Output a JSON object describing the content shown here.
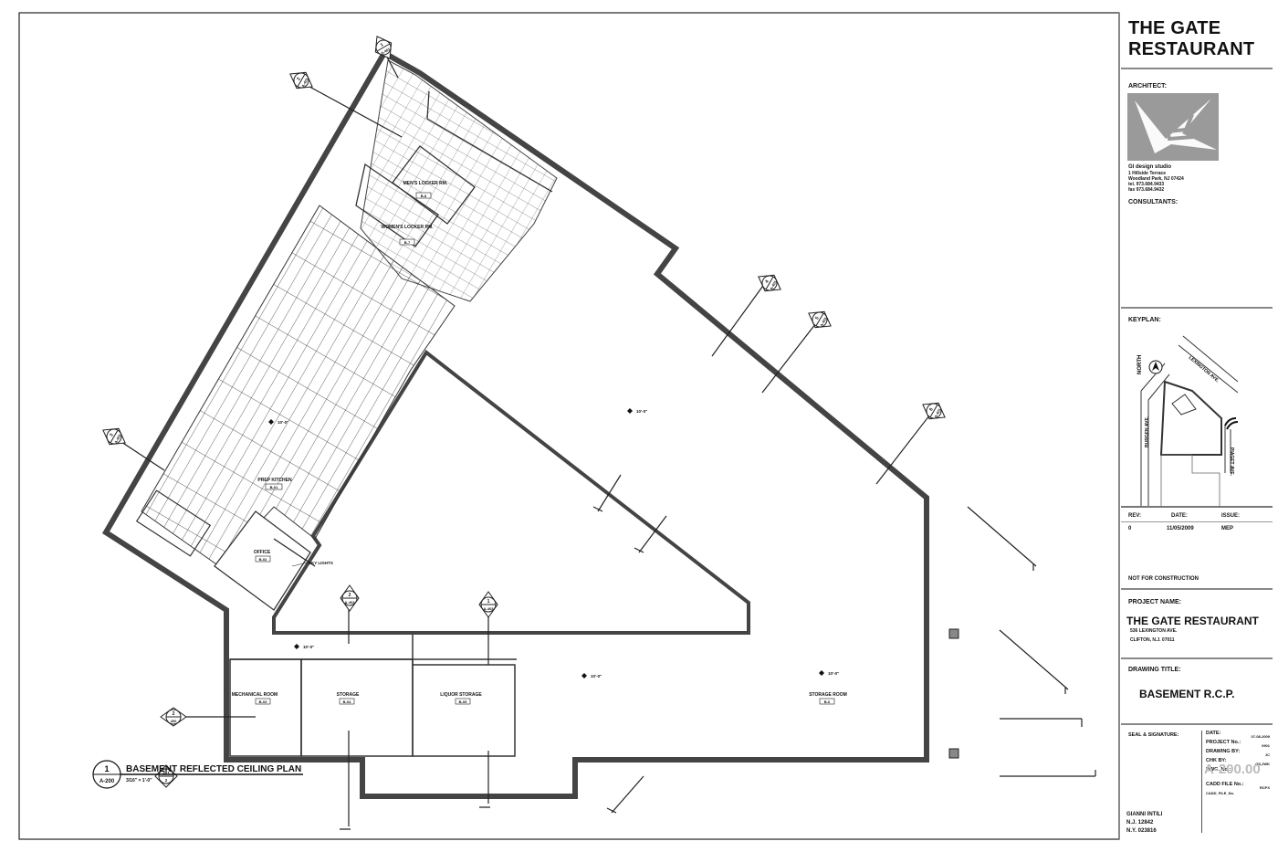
{
  "title_block": {
    "title_line1": "THE GATE",
    "title_line2": "RESTAURANT",
    "architect_label": "ARCHITECT:",
    "studio_name": "GI design studio",
    "studio_address1": "1 Hillside Terrace",
    "studio_address2": "Woodland Park, NJ 07424",
    "studio_tel": "tel. 973.684.9433",
    "studio_fax": "fax 973.684.9432",
    "consultants_label": "CONSULTANTS:",
    "keyplan_label": "KEYPLAN:",
    "rev_label": "REV:",
    "date_label": "DATE:",
    "issue_label": "ISSUE:",
    "rev_value": "0",
    "date_value": "11/05/2009",
    "issue_value": "MEP",
    "not_for_construction": "NOT FOR CONSTRUCTION",
    "project_name_label": "PROJECT NAME:",
    "project_name": "THE GATE RESTAURANT",
    "project_address1": "536 LEXINGTON AVE.",
    "project_address2": "CLIFTON, N.J. 07011",
    "drawing_title_label": "DRAWING TITLE:",
    "drawing_title": "BASEMENT R.C.P.",
    "seal_label": "SEAL & SIGNATURE:",
    "info_date": "DATE:",
    "info_date_val": "07-08-2009",
    "info_project_no": "PROJECT No.:",
    "info_project_no_val": "0901",
    "info_drawing_by": "DRAWING BY:",
    "info_drawing_by_val": "JC",
    "info_chk_by": "CHK BY:",
    "info_chk_by_val": "GS,JWK",
    "info_dwg_no": "DWG. No.:",
    "sheet_number": "A-200.00",
    "cadd_file": "CADD FILE No.:",
    "cadd_file_val": "RCPX",
    "cadd_file_alt": "CADD_FILE_No.",
    "stamp_name": "GIANNI INTILI",
    "stamp_nj": "N.J. 12842",
    "stamp_ny": "N.Y. 023816"
  },
  "keyplan": {
    "north_label": "NORTH",
    "street_top": "LEXINGTON AVE.",
    "street_left": "BURGEN AVE.",
    "street_right": "PIAGET AVE."
  },
  "rooms": [
    {
      "name": "MEN'S LOCKER RM.",
      "tag": "B-8"
    },
    {
      "name": "WOMEN'S LOCKER RM.",
      "tag": "B-7"
    },
    {
      "name": "PREP KITCHEN",
      "tag": "B-01"
    },
    {
      "name": "OFFICE",
      "tag": "B-02"
    },
    {
      "name": "MECHANICAL ROOM",
      "tag": "B-03"
    },
    {
      "name": "STORAGE",
      "tag": "B-04"
    },
    {
      "name": "LIQUOR STORAGE",
      "tag": "B-05"
    },
    {
      "name": "STORAGE ROOM",
      "tag": "B-6"
    }
  ],
  "annotations": {
    "skylights": "SKY LIGHTS",
    "ceiling_height_1": "10'-0\"",
    "ceiling_height_2": "10'-0\"",
    "ceiling_height_3": "10'-0\"",
    "ceiling_height_4": "10'-0\"",
    "ceiling_height_5": "10'-0\""
  },
  "sections": [
    {
      "num": "2",
      "sheet": "A-403"
    },
    {
      "num": "1",
      "sheet": "A-403"
    },
    {
      "num": "2",
      "sheet": "400"
    },
    {
      "num": "401",
      "sheet": "2"
    },
    {
      "num": "1",
      "sheet": "A-401"
    },
    {
      "num": "2",
      "sheet": "A-401"
    },
    {
      "num": "3",
      "sheet": "A-401"
    },
    {
      "num": "4",
      "sheet": "A-401"
    },
    {
      "num": "5",
      "sheet": "A-401"
    },
    {
      "num": "6",
      "sheet": "A-401"
    }
  ],
  "drawing_label": {
    "number": "1",
    "sheet": "A-200",
    "title": "BASEMENT REFLECTED CEILING PLAN",
    "scale": "3/16\" = 1'-0\""
  }
}
